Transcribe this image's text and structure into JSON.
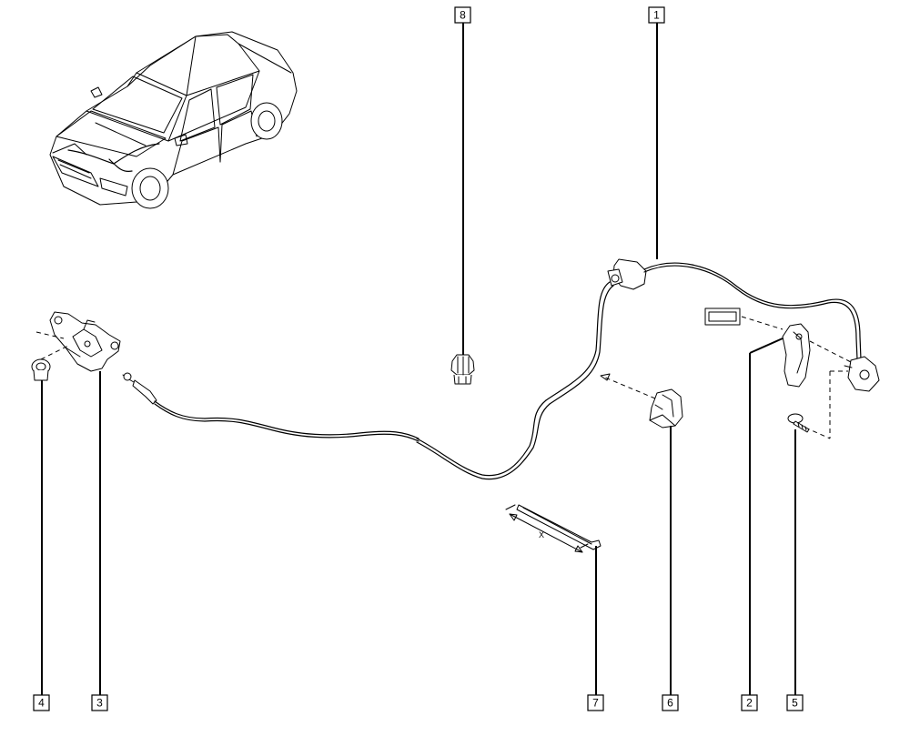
{
  "callouts": [
    {
      "id": "8",
      "label": "8"
    },
    {
      "id": "1",
      "label": "1"
    },
    {
      "id": "4",
      "label": "4"
    },
    {
      "id": "3",
      "label": "3"
    },
    {
      "id": "7",
      "label": "7"
    },
    {
      "id": "6",
      "label": "6"
    },
    {
      "id": "2",
      "label": "2"
    },
    {
      "id": "5",
      "label": "5"
    }
  ],
  "dimension_label": "X",
  "colors": {
    "line": "#000000",
    "background": "#ffffff"
  }
}
